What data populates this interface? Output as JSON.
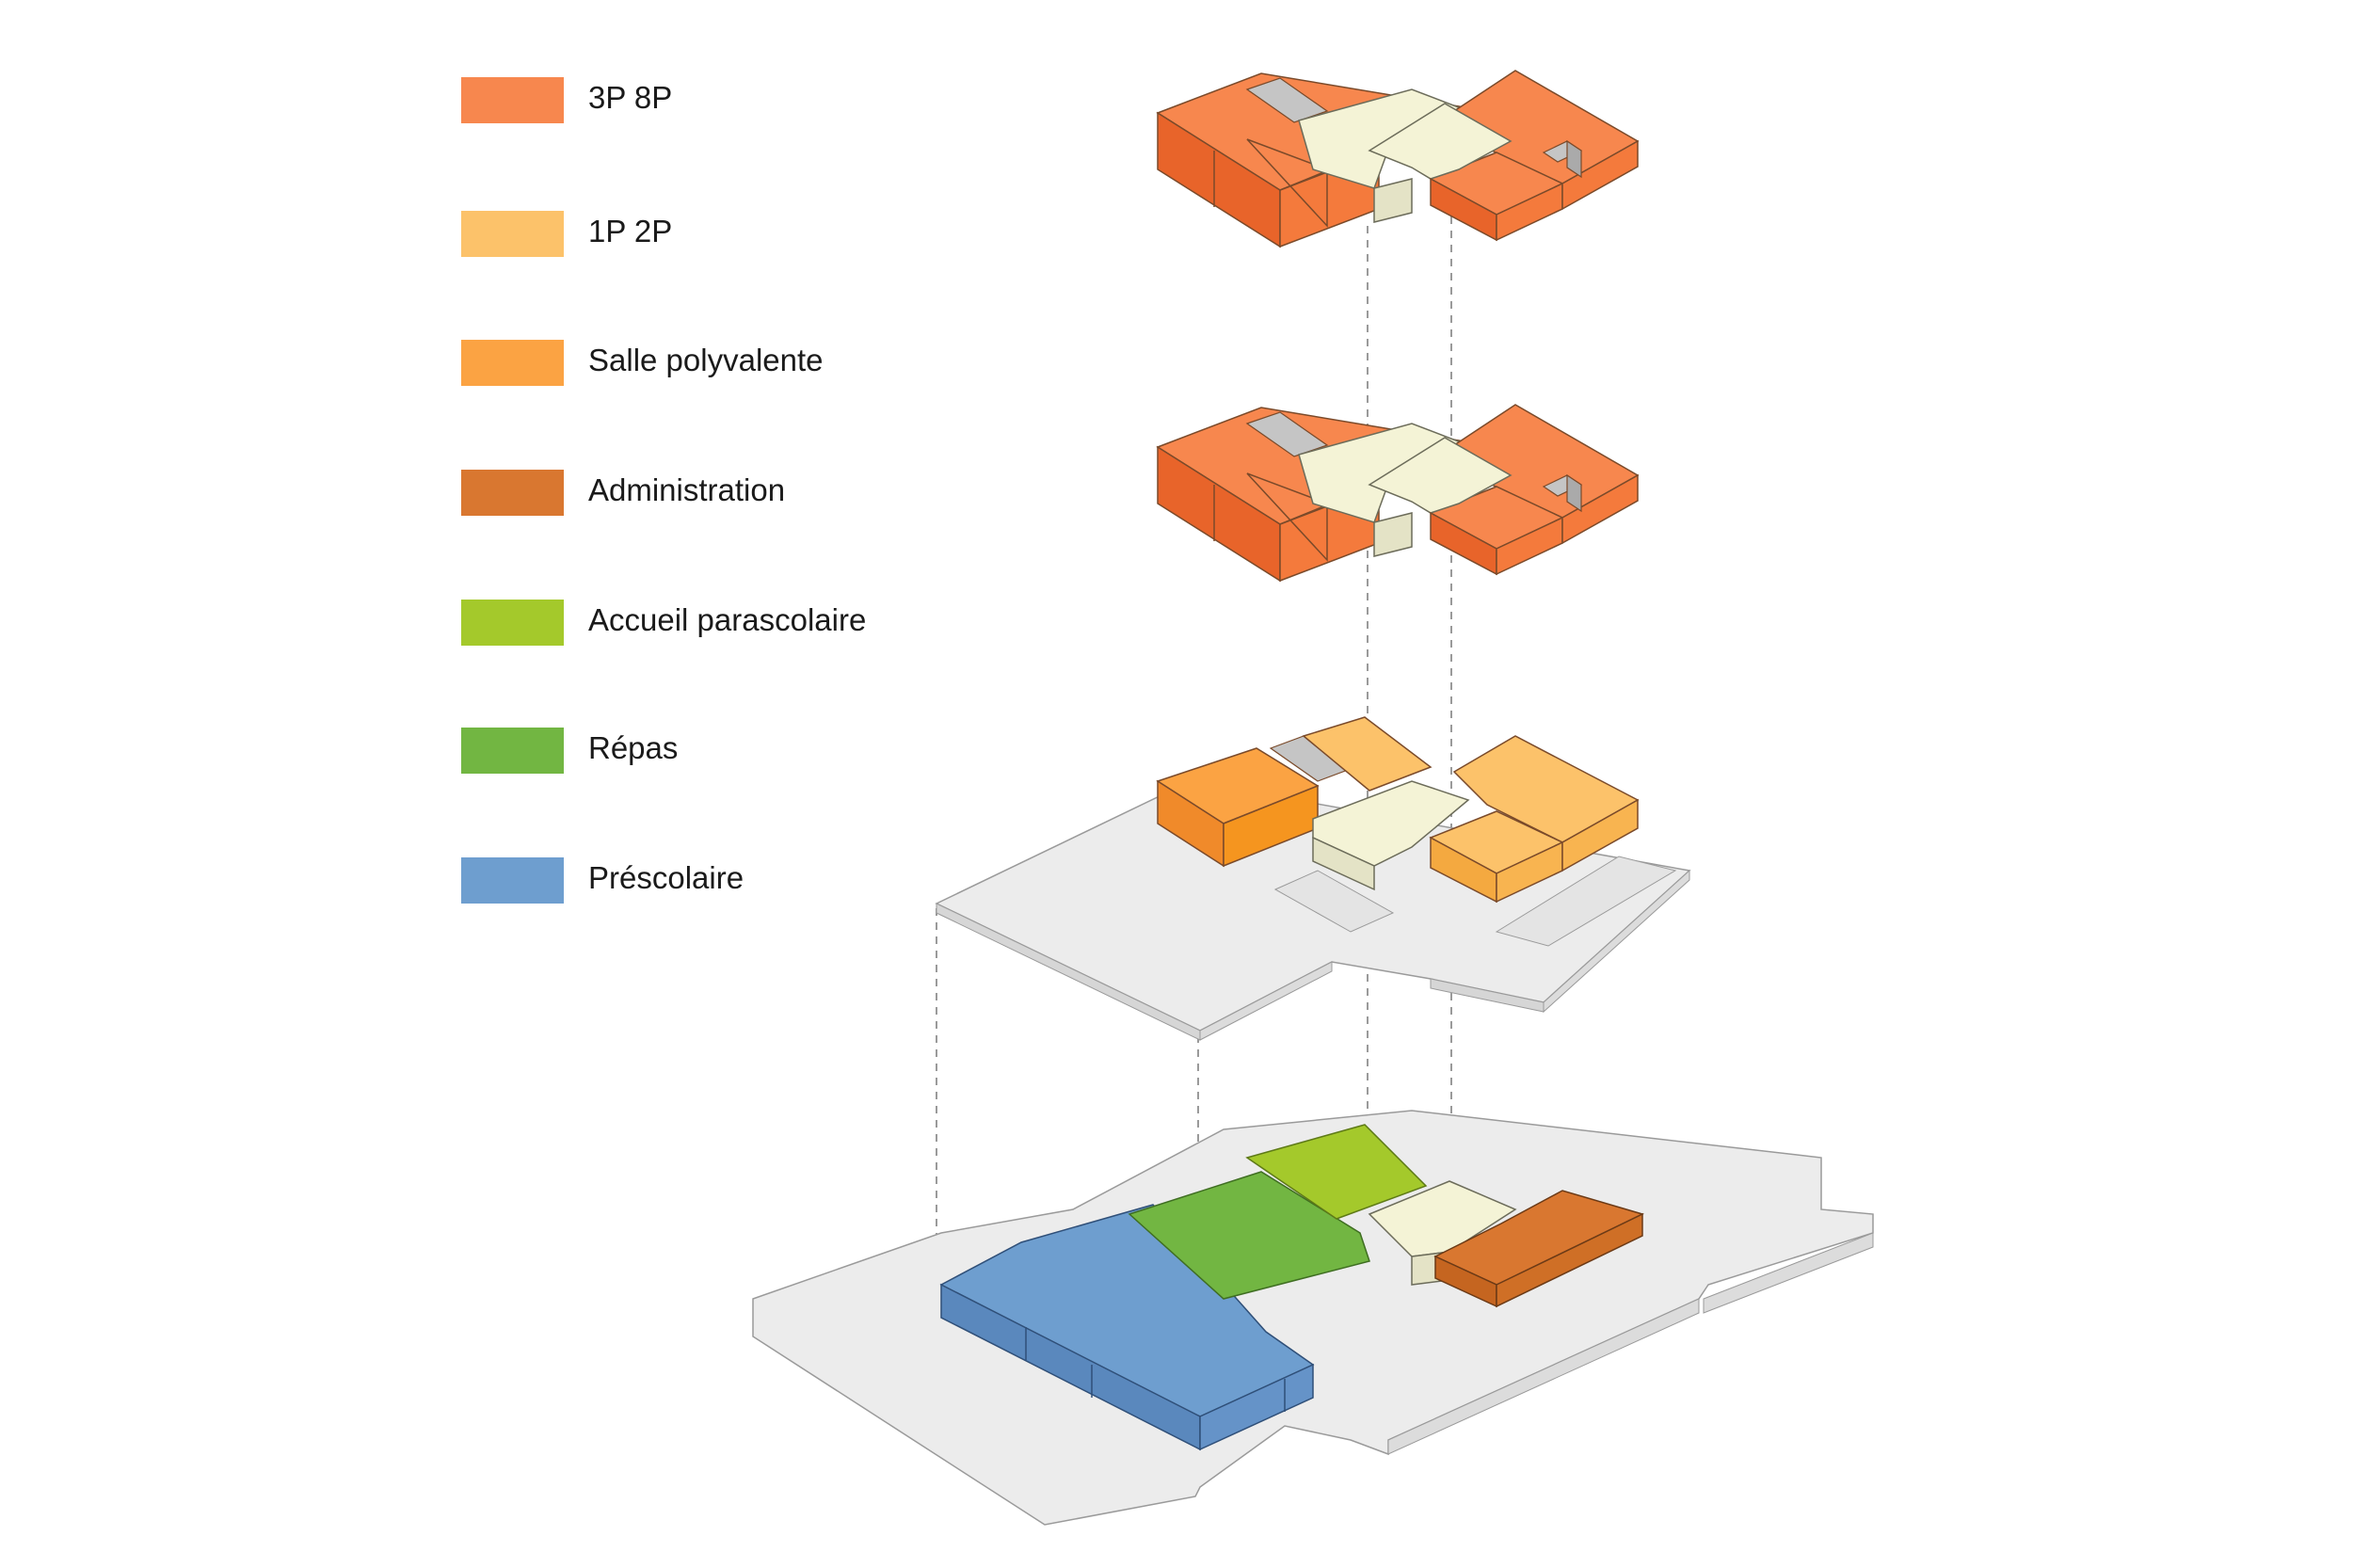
{
  "legend": {
    "items": [
      {
        "label": "3P 8P",
        "color": "#f7874e"
      },
      {
        "label": "1P 2P",
        "color": "#fcc26a"
      },
      {
        "label": "Salle polyvalente",
        "color": "#fba343"
      },
      {
        "label": "Administration",
        "color": "#d97730"
      },
      {
        "label": "Accueil parascolaire",
        "color": "#a4c92b"
      },
      {
        "label": "Répas",
        "color": "#72b642"
      },
      {
        "label": "Préscolaire",
        "color": "#6e9ecf"
      }
    ]
  },
  "colors": {
    "circulation": "#f4f3d6",
    "service": "#c5c5c5",
    "slab": "#ececec",
    "guide": "#9a9a9a"
  }
}
